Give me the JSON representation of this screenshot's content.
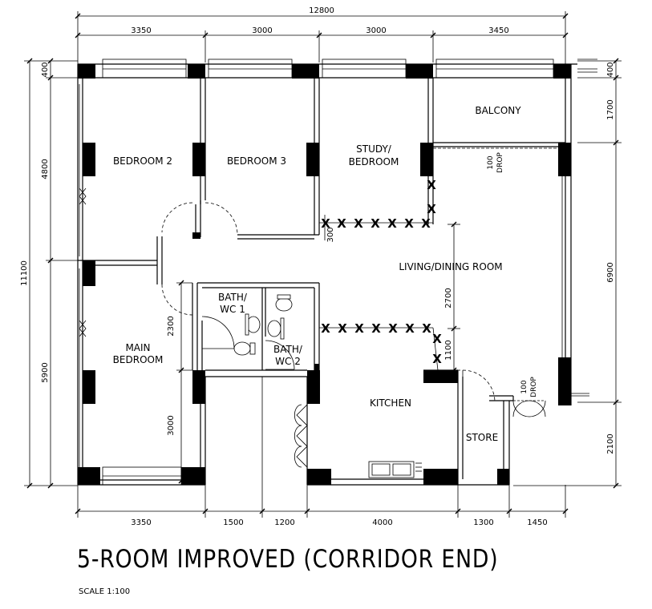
{
  "title": "5-ROOM IMPROVED (CORRIDOR END)",
  "scale": "SCALE 1:100",
  "rooms": {
    "bedroom2": "BEDROOM 2",
    "bedroom3": "BEDROOM 3",
    "study_line1": "STUDY/",
    "study_line2": "BEDROOM",
    "balcony": "BALCONY",
    "living": "LIVING/DINING ROOM",
    "bath1_line1": "BATH/",
    "bath1_line2": "WC 1",
    "bath2_line1": "BATH/",
    "bath2_line2": "WC 2",
    "main_line1": "MAIN",
    "main_line2": "BEDROOM",
    "kitchen": "KITCHEN",
    "store": "STORE"
  },
  "drops": {
    "top_value": "100",
    "top_label": "DROP",
    "bottom_value": "100",
    "bottom_label": "DROP"
  },
  "top_dims": {
    "overall": "12800",
    "segments": [
      "3350",
      "3000",
      "3000",
      "3450"
    ]
  },
  "bottom_dims": {
    "segments": [
      "3350",
      "1500",
      "1200",
      "4000",
      "1300",
      "1450"
    ]
  },
  "left_dims": {
    "overall": "11100",
    "segments": [
      "400",
      "4800",
      "5900"
    ]
  },
  "right_dims": {
    "segments": [
      "400",
      "1700",
      "6900",
      "2100"
    ]
  },
  "inner_dims": {
    "d300": "300",
    "d2300": "2300",
    "d3000": "3000",
    "d2700": "2700",
    "d1100": "1100"
  },
  "markers": {
    "x": "X"
  }
}
